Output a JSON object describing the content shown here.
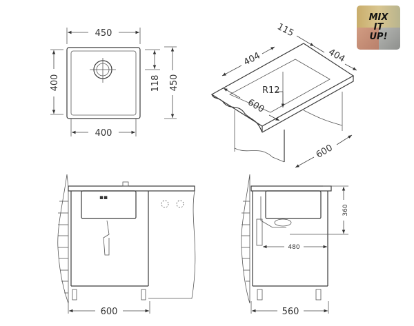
{
  "top_view": {
    "width_outer": "450",
    "width_inner": "400",
    "height_inner": "400",
    "height_outer": "450",
    "drain_offset": "118"
  },
  "iso_view": {
    "depth_top": "115",
    "length_left": "404",
    "length_right": "404",
    "radius": "R12",
    "cabinet_front": "600",
    "cabinet_side": "600"
  },
  "front_view": {
    "cabinet_width": "600"
  },
  "side_view": {
    "cabinet_depth": "560",
    "bowl_depth": "360",
    "drain_distance": "480"
  },
  "badge": {
    "lines": [
      "MIX",
      "IT",
      "UP!"
    ],
    "colors": {
      "gold": "#c8ad6a",
      "silver": "#a9a9a5",
      "copper": "#c48f78",
      "steel": "#9b9d9a"
    }
  }
}
